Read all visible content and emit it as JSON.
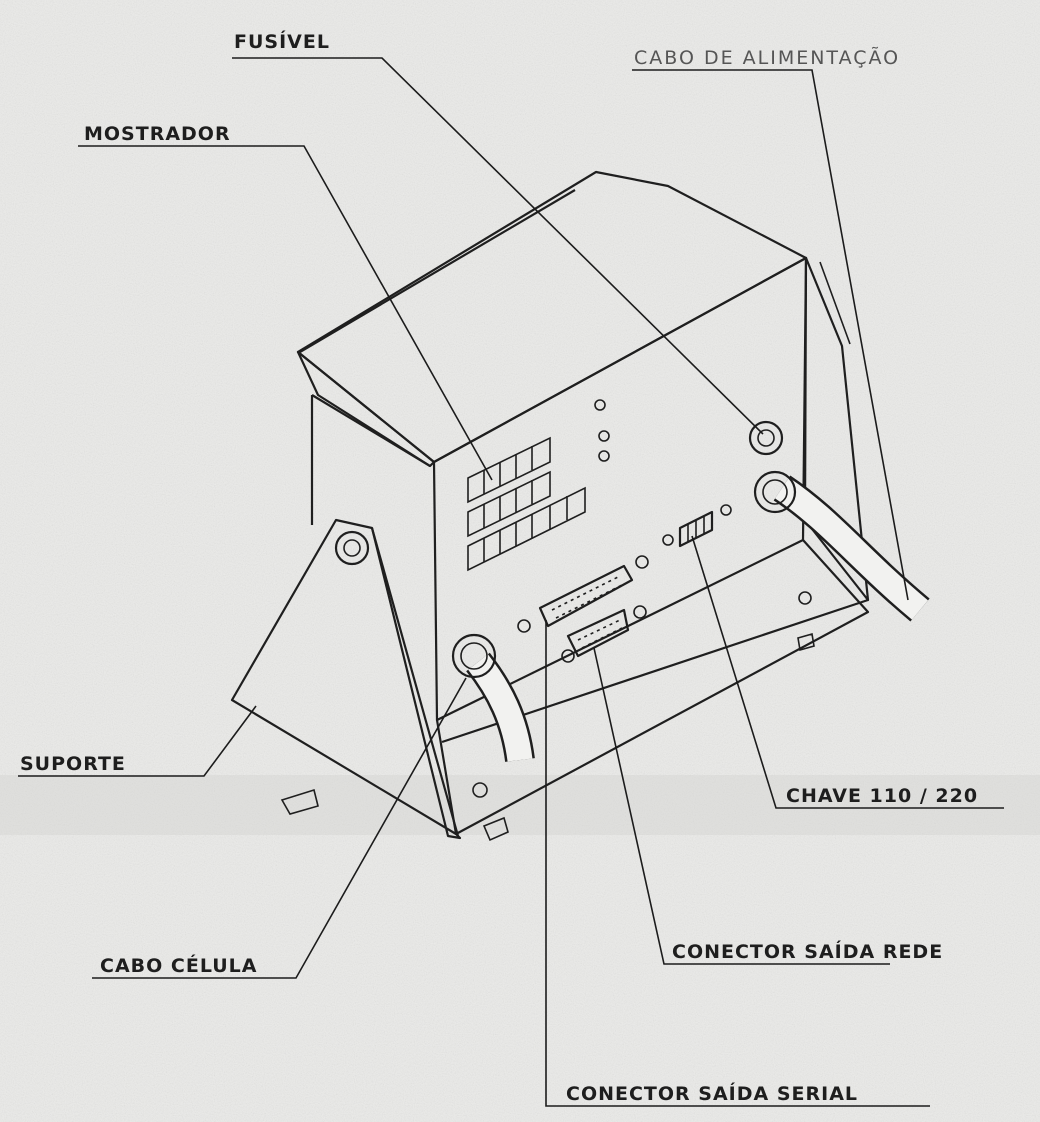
{
  "labels": {
    "fusivel": "FUSÍVEL",
    "cabo_alimentacao": "CABO DE ALIMENTAÇÃO",
    "mostrador": "MOSTRADOR",
    "suporte": "SUPORTE",
    "chave": "CHAVE 110 / 220",
    "cabo_celula": "CABO CÉLULA",
    "conector_rede": "CONECTOR SAÍDA REDE",
    "conector_serial": "CONECTOR SAÍDA SERIAL"
  }
}
